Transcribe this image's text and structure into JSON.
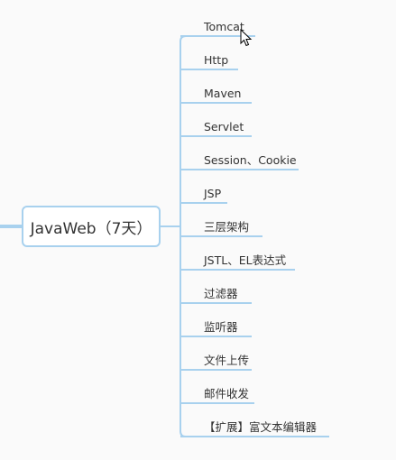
{
  "central": {
    "label": "JavaWeb（7天）"
  },
  "branches": [
    {
      "label": "Tomcat"
    },
    {
      "label": "Http"
    },
    {
      "label": "Maven"
    },
    {
      "label": "Servlet"
    },
    {
      "label": "Session、Cookie"
    },
    {
      "label": "JSP"
    },
    {
      "label": "三层架构"
    },
    {
      "label": "JSTL、EL表达式"
    },
    {
      "label": "过滤器"
    },
    {
      "label": "监听器"
    },
    {
      "label": "文件上传"
    },
    {
      "label": "邮件收发"
    },
    {
      "label": "【扩展】富文本编辑器"
    }
  ],
  "colors": {
    "line": "#a8d1ee",
    "text": "#333333",
    "background": "#fafafa"
  },
  "cursor_icon": "mouse-pointer-icon"
}
